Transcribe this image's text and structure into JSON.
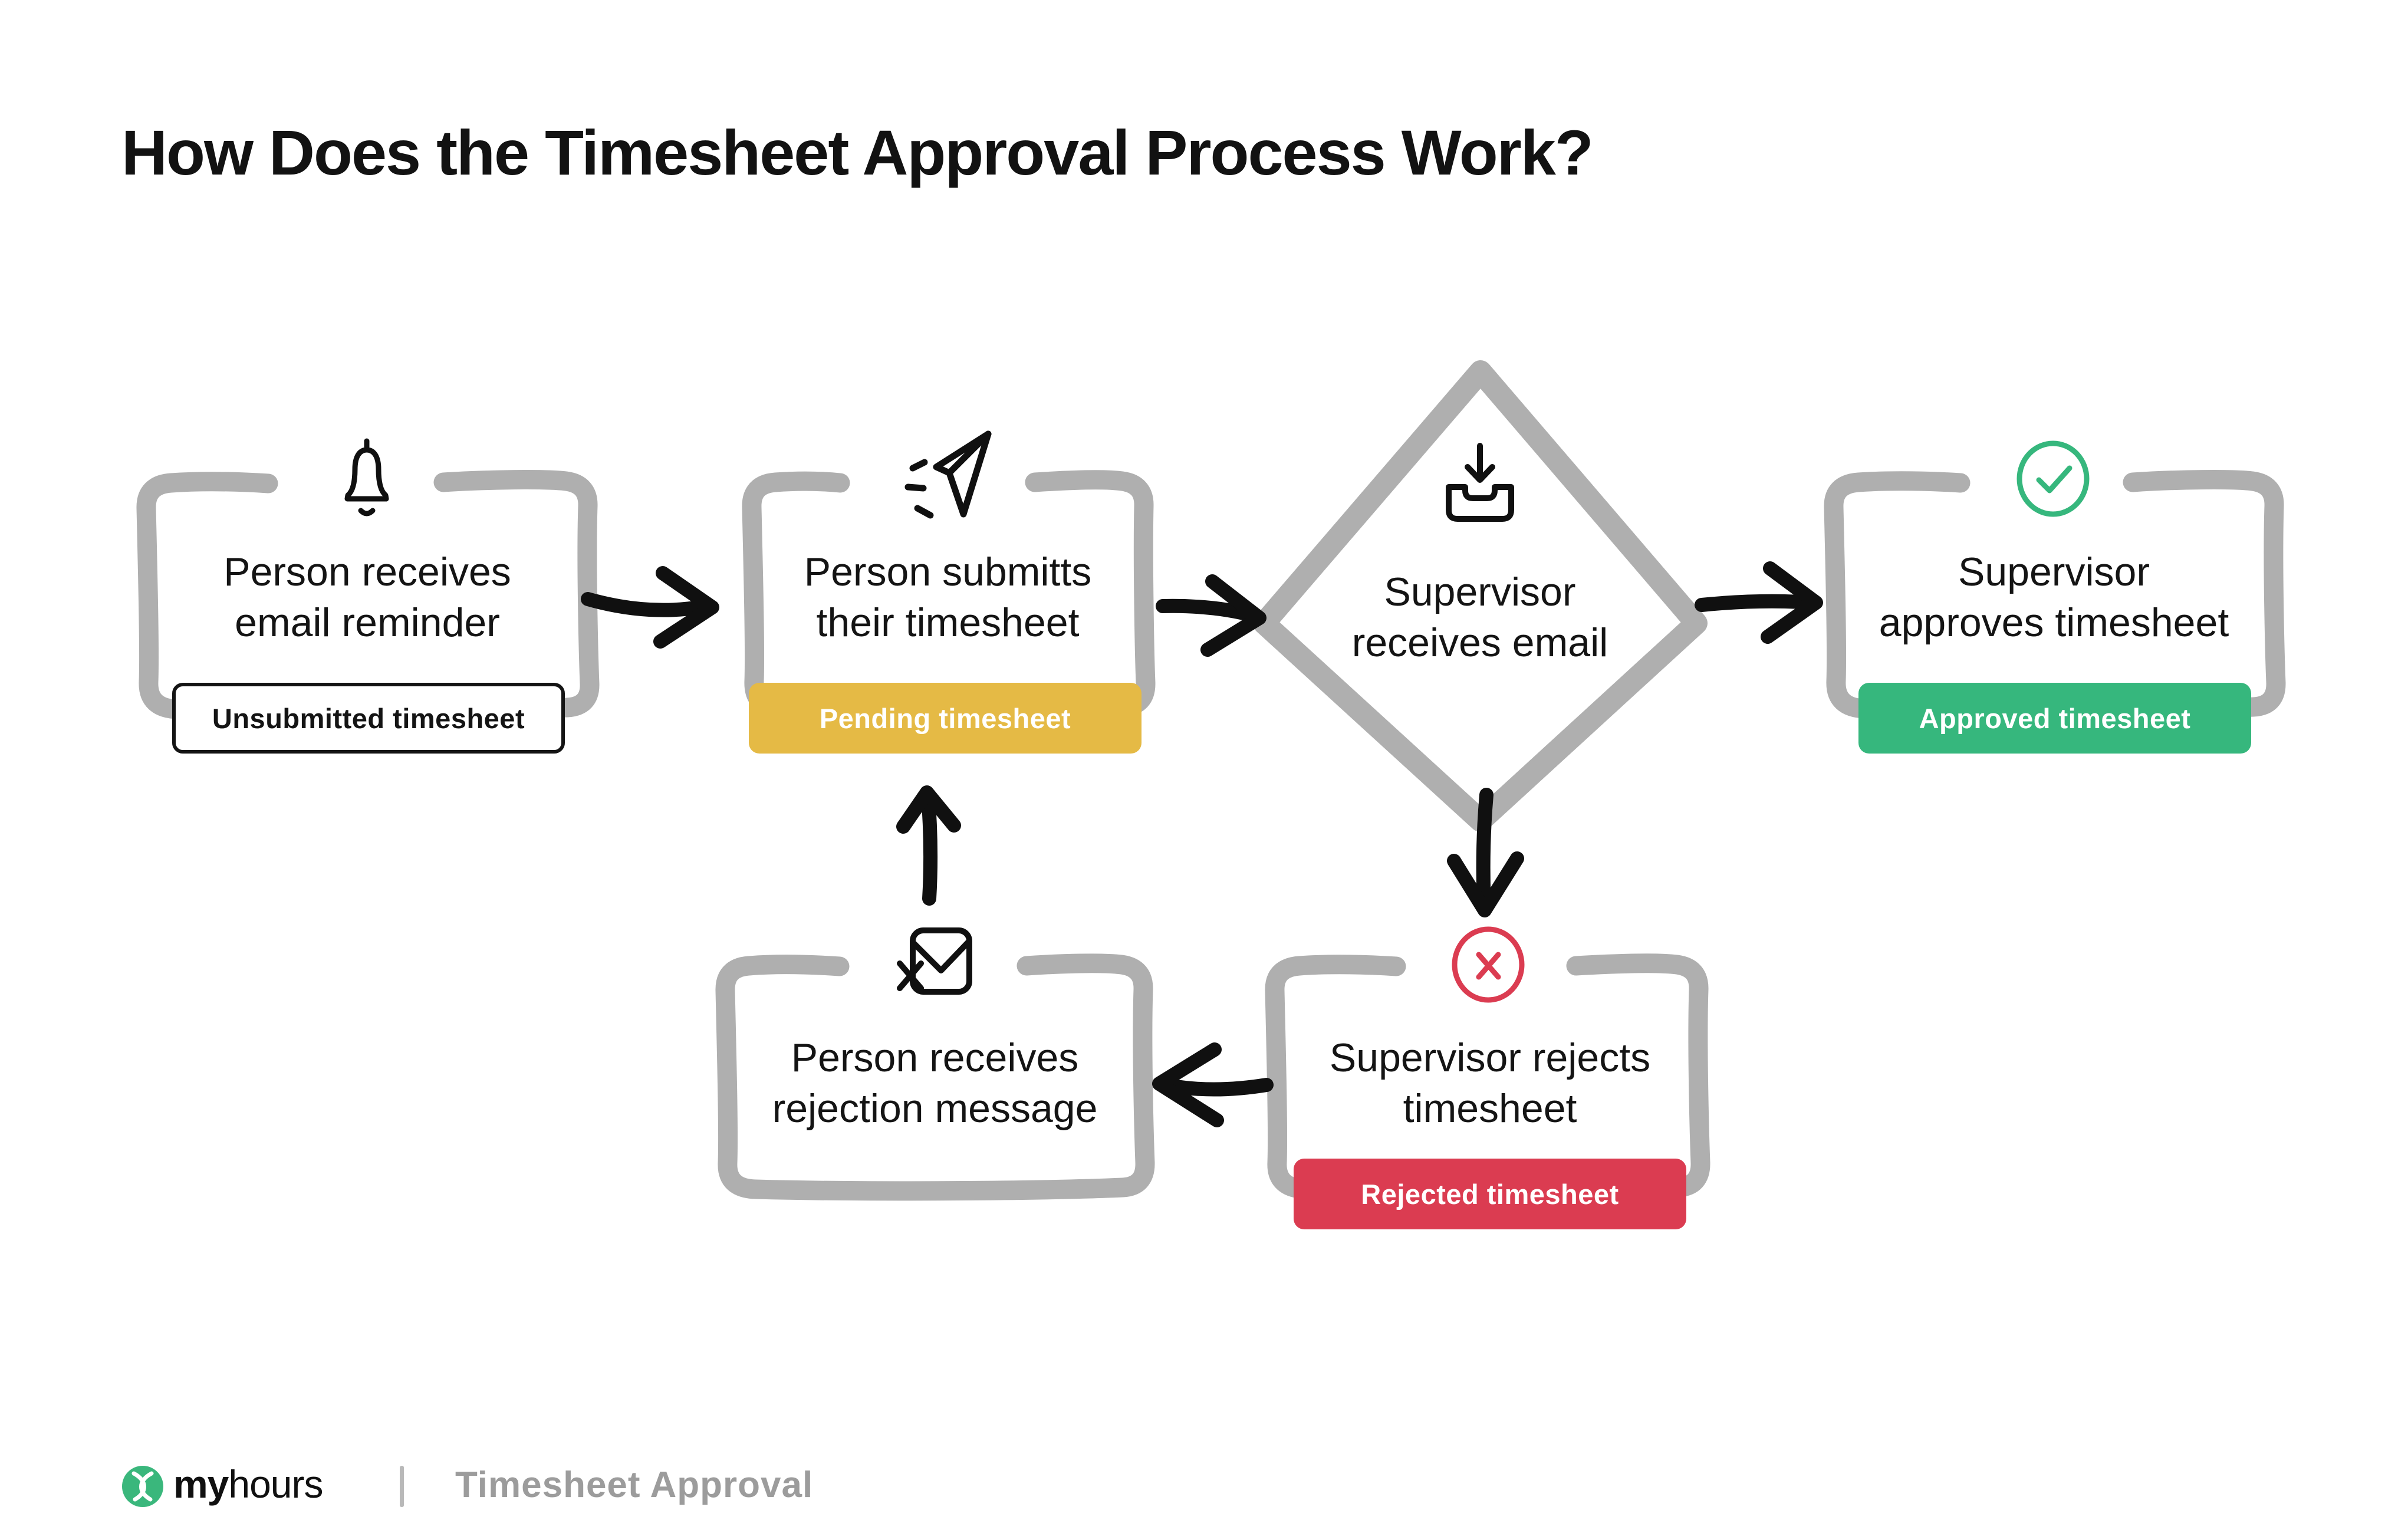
{
  "title": "How Does the Timesheet Approval Process Work?",
  "colors": {
    "border_gray": "#AFAFAF",
    "ink": "#141414",
    "yellow": "#E5BA45",
    "green": "#36B77D",
    "red": "#DB3C51",
    "badge_text": "#FFFFFF",
    "footer_gray": "#9C9C9C",
    "logo_green": "#3AB77C"
  },
  "nodes": {
    "reminder": {
      "icon": "bell-icon",
      "line1": "Person receives",
      "line2": "email reminder",
      "badge": "Unsubmitted timesheet"
    },
    "submit": {
      "icon": "paper-plane-icon",
      "line1": "Person submitts",
      "line2": "their timesheet",
      "badge": "Pending timesheet"
    },
    "supervisor_email": {
      "icon": "inbox-download-icon",
      "line1": "Supervisor",
      "line2": "receives email"
    },
    "approve": {
      "icon": "check-circle-icon",
      "line1": "Supervisor",
      "line2": "approves timesheet",
      "badge": "Approved timesheet"
    },
    "reject": {
      "icon": "x-circle-icon",
      "line1": "Supervisor rejects",
      "line2": "timesheet",
      "badge": "Rejected timesheet"
    },
    "rejection_message": {
      "icon": "mail-x-icon",
      "line1": "Person receives",
      "line2": "rejection message"
    }
  },
  "footer": {
    "brand_bold": "my",
    "brand_light": "hours",
    "separator": "|",
    "caption": "Timesheet Approval"
  }
}
